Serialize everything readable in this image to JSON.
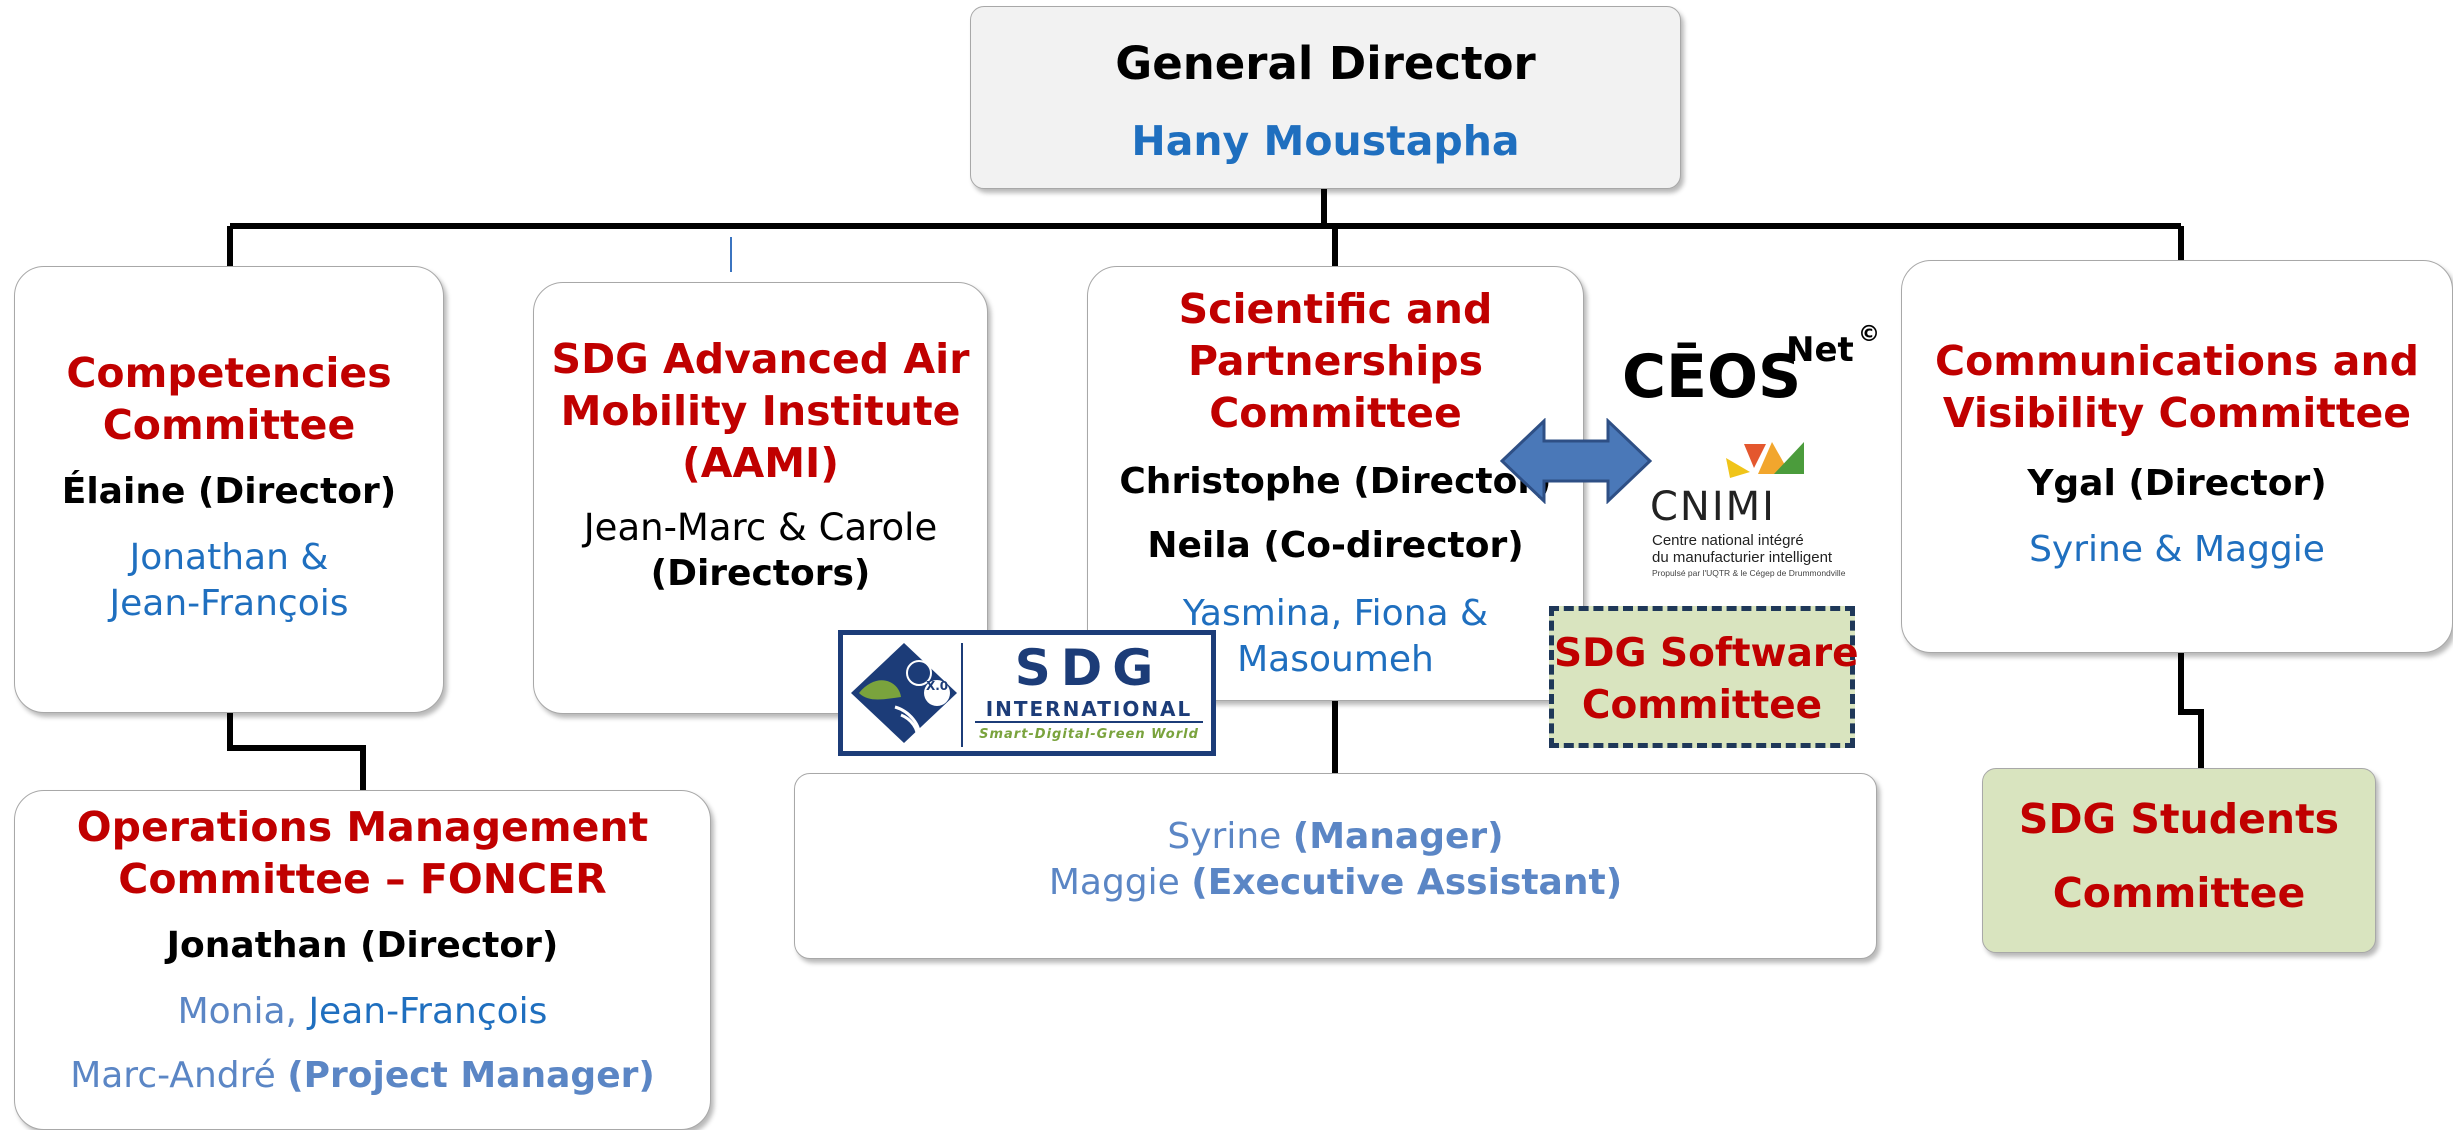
{
  "general_director": {
    "title": "General Director",
    "name": "Hany Moustapha"
  },
  "competencies": {
    "title_line1": "Competencies",
    "title_line2": "Committee",
    "director": "Élaine (Director)",
    "members_line1": "Jonathan &",
    "members_line2": "Jean-François"
  },
  "aami": {
    "title_line1": "SDG Advanced Air",
    "title_line2": "Mobility Institute",
    "title_line3": "(AAMI)",
    "members": "Jean-Marc & Carole",
    "role": "(Directors)"
  },
  "scientific": {
    "title_line1": "Scientific and",
    "title_line2": "Partnerships",
    "title_line3": "Committee",
    "director": "Christophe (Director)",
    "codirector": "Neila (Co-director)",
    "members_line1": "Yasmina, Fiona &",
    "members_line2": "Masoumeh"
  },
  "communications": {
    "title_line1": "Communications and",
    "title_line2": "Visibility Committee",
    "director": "Ygal (Director)",
    "members": "Syrine & Maggie"
  },
  "operations": {
    "title_line1": "Operations Management",
    "title_line2": "Committee – FONCER",
    "director": "Jonathan (Director)",
    "members_part1": "Monia, ",
    "members_part2": "Jean-François",
    "pm_name": "Marc-André ",
    "pm_role": "(Project Manager)"
  },
  "management": {
    "manager_name": "Syrine ",
    "manager_role": "(Manager)",
    "assistant_name": "Maggie ",
    "assistant_role": "(Executive Assistant)"
  },
  "software": {
    "title_line1": "SDG Software",
    "title_line2": "Committee"
  },
  "students": {
    "title_line1": "SDG Students",
    "title_line2": "Committee"
  },
  "ceos": {
    "name": "CĒOS",
    "sup": "Net",
    "copy": "©"
  },
  "cnimi": {
    "name": "CNIMI",
    "line1": "Centre national intégré",
    "line2": "du manufacturier intelligent",
    "line3": "Propulsé par l'UQTR & le Cégep de Drummondville"
  },
  "sdg_logo": {
    "name": "SDG",
    "sub": "INTERNATIONAL",
    "tagline": "Smart-Digital-Green World",
    "badge": "X.0"
  },
  "colors": {
    "title_red": "#c00000",
    "member_blue": "#1f6fbf",
    "muted_blue": "#5b86c5",
    "arrow_blue": "#4a78b8",
    "students_fill": "#d9e4bf",
    "logo_navy": "#1c3c78",
    "logo_green": "#7aa33d"
  }
}
